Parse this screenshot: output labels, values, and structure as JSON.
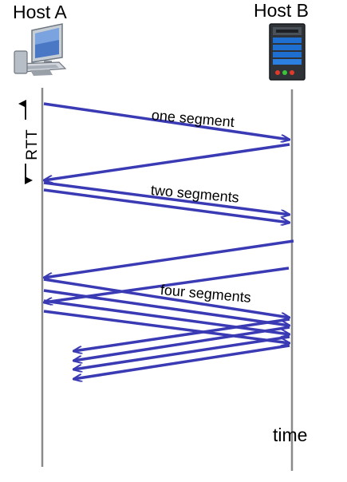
{
  "hosts": {
    "a": {
      "label": "Host A"
    },
    "b": {
      "label": "Host B"
    }
  },
  "axis": {
    "time_label": "time",
    "rtt_label": "RTT"
  },
  "segments": {
    "one": "one segment",
    "two": "two segments",
    "four": "four segments"
  },
  "colors": {
    "arrow": "#3a3ab4",
    "timeline": "#8a8a8a"
  },
  "icons": {
    "host_a": "desktop-computer-icon",
    "host_b": "server-tower-icon"
  }
}
